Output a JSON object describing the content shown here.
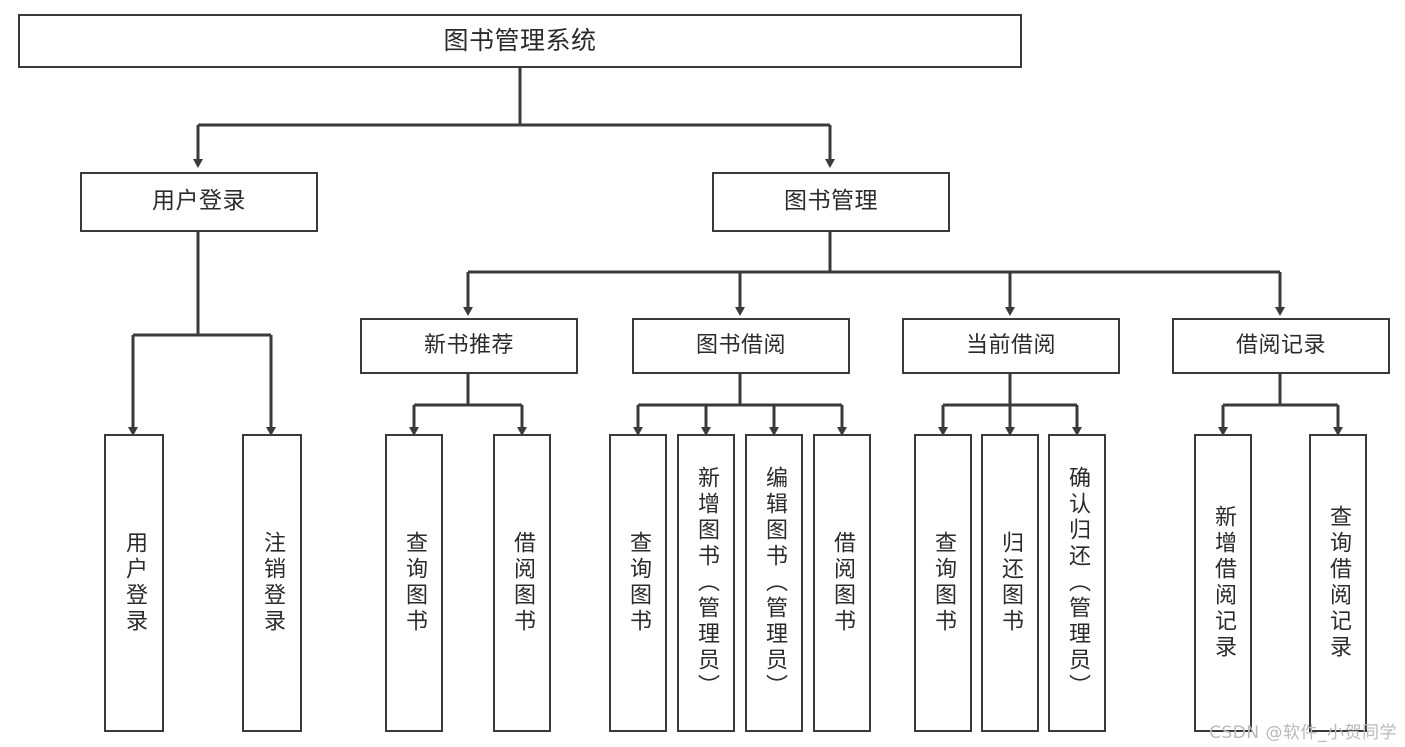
{
  "diagram": {
    "title": "图书管理系统",
    "type": "tree-hierarchy",
    "stroke_color": "#3a3a3a",
    "text_color": "#2b2b2b",
    "background_color": "#ffffff"
  },
  "nodes": {
    "root": {
      "label": "图书管理系统"
    },
    "level2": [
      {
        "label": "用户登录"
      },
      {
        "label": "图书管理"
      }
    ],
    "level3": [
      {
        "label": "新书推荐"
      },
      {
        "label": "图书借阅"
      },
      {
        "label": "当前借阅"
      },
      {
        "label": "借阅记录"
      }
    ],
    "leaves": {
      "user_login": [
        {
          "label": "用户登录"
        },
        {
          "label": "注销登录"
        }
      ],
      "new_book_recommend": [
        {
          "label": "查询图书"
        },
        {
          "label": "借阅图书"
        }
      ],
      "book_borrow": [
        {
          "label": "查询图书"
        },
        {
          "label": "新增图书（管理员）"
        },
        {
          "label": "编辑图书（管理员）"
        },
        {
          "label": "借阅图书"
        }
      ],
      "current_borrow": [
        {
          "label": "查询图书"
        },
        {
          "label": "归还图书"
        },
        {
          "label": "确认归还（管理员）"
        }
      ],
      "borrow_record": [
        {
          "label": "新增借阅记录"
        },
        {
          "label": "查询借阅记录"
        }
      ]
    }
  },
  "watermark": {
    "text": "CSDN @软件_小贺同学"
  }
}
